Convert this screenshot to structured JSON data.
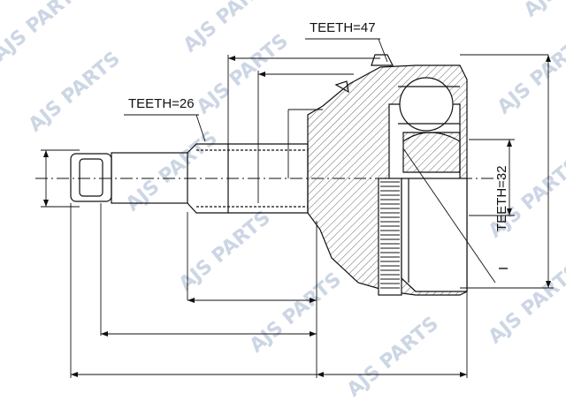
{
  "labels": {
    "teeth_outer": "TEETH=47",
    "teeth_shaft": "TEETH=26",
    "teeth_inner": "TEETH=32",
    "marker": "I"
  },
  "watermark": {
    "text": "AJS PARTS",
    "color": "#cdd6e4"
  },
  "colors": {
    "line": "#111111",
    "hatch": "#555555"
  }
}
